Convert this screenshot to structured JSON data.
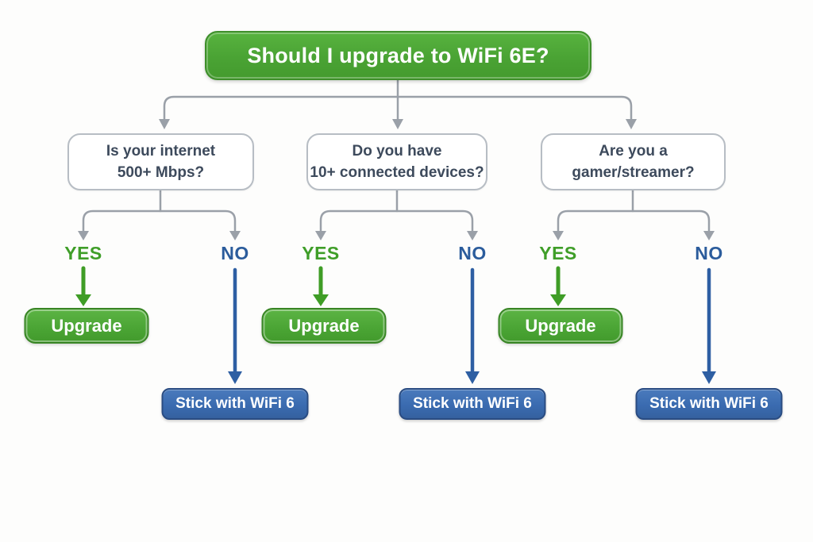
{
  "title": {
    "label": "Should I upgrade to WiFi 6E?"
  },
  "branches": [
    {
      "question_line1": "Is your internet",
      "question_line2": "500+ Mbps?",
      "yes_label": "YES",
      "no_label": "NO",
      "yes_result": "Upgrade",
      "no_result": "Stick with WiFi 6"
    },
    {
      "question_line1": "Do you have",
      "question_line2": "10+ connected devices?",
      "yes_label": "YES",
      "no_label": "NO",
      "yes_result": "Upgrade",
      "no_result": "Stick with WiFi 6"
    },
    {
      "question_line1": "Are you a",
      "question_line2": "gamer/streamer?",
      "yes_label": "YES",
      "no_label": "NO",
      "yes_result": "Upgrade",
      "no_result": "Stick with WiFi 6"
    }
  ],
  "colors": {
    "title_green": "#4aa334",
    "upgrade_green": "#4aa434",
    "yes_text_green": "#3f9e28",
    "stick_blue": "#3a6bb0",
    "no_text_blue": "#2b5c9c",
    "blue_arrow": "#2e5fa3",
    "green_arrow": "#3f9d26",
    "connector_gray": "#9aa0a8",
    "question_border_gray": "#b7bdc4",
    "question_text": "#3d4a5c",
    "background": "#fdfdfc"
  }
}
